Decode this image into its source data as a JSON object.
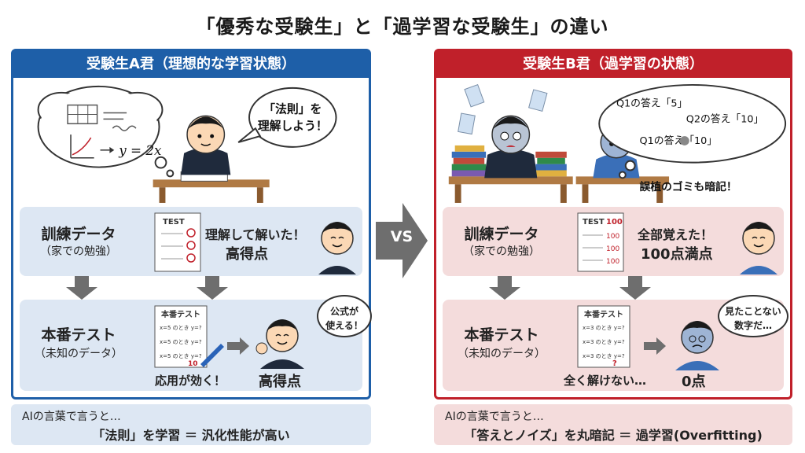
{
  "title": "「優秀な受験生」と「過学習な受験生」の違い",
  "vs": "VS",
  "panel_a": {
    "header": "受験生A君（理想的な学習状態）",
    "thought_formula": "y = 2x",
    "speech_line1": "「法則」を",
    "speech_line2": "理解しよう！",
    "train_title": "訓練データ",
    "train_sub": "（家での勉強）",
    "test_sheet_label": "TEST",
    "train_line1": "理解して解いた！",
    "train_line2": "高得点",
    "test_title": "本番テスト",
    "test_sub": "（未知のデータ）",
    "exam_sheet_label": "本番テスト",
    "exam_rows": [
      "x=5 のとき y=?",
      "x=5 のとき y=?",
      "x=5 のとき y=?"
    ],
    "exam_answer": "10",
    "bubble_line1": "公式が",
    "bubble_line2": "使える！",
    "test_caption": "応用が効く！",
    "test_result": "高得点",
    "bottom_line1": "AIの言葉で言うと…",
    "bottom_line2": "「法則」を学習 ＝ 汎化性能が高い"
  },
  "panel_b": {
    "header": "受験生B君（過学習の状態）",
    "cloud_line1": "Q1の答え「5」",
    "cloud_line2": "Q2の答え「10」",
    "cloud_line3": "Q1の答え「10」",
    "memo_note": "誤植のゴミも暗記！",
    "train_title": "訓練データ",
    "train_sub": "（家での勉強）",
    "test_sheet_label": "TEST",
    "score_marks": [
      "100",
      "100",
      "100",
      "100"
    ],
    "train_line1": "全部覚えた！",
    "train_line2": "100点満点",
    "test_title": "本番テスト",
    "test_sub": "（未知のデータ）",
    "exam_sheet_label": "本番テスト",
    "exam_rows": [
      "x=3 のとき y=?",
      "x=3 のとき y=?",
      "x=3 のとき y=?"
    ],
    "exam_answer": "?",
    "bubble_line1": "見たことない",
    "bubble_line2": "数字だ…",
    "test_caption": "全く解けない…",
    "test_result": "0点",
    "bottom_line1": "AIの言葉で言うと…",
    "bottom_line2": "「答えとノイズ」を丸暗記 ＝ 過学習(Overfitting)"
  },
  "colors": {
    "blue": "#1e5fa8",
    "red": "#c0202a",
    "blue_bg": "#dde7f3",
    "red_bg": "#f4dcdc",
    "arrow_gray": "#6e6e6e"
  }
}
